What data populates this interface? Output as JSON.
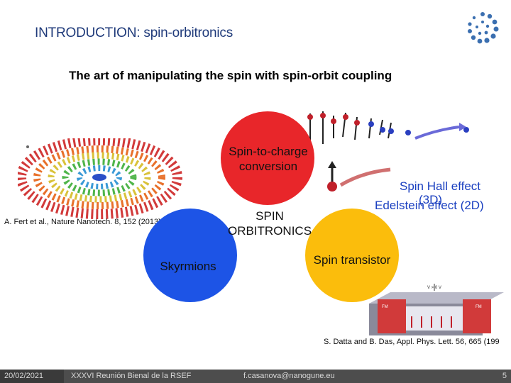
{
  "slide": {
    "title": "INTRODUCTION:  spin-orbitronics",
    "subtitle": "The art of manipulating the spin with spin-orbit coupling"
  },
  "circles": {
    "red": {
      "label": "Spin-to-charge conversion",
      "color": "#e8262a"
    },
    "center": {
      "label": "SPIN ORBITRONICS"
    },
    "blue": {
      "label": "Skyrmions",
      "color": "#1d54e6"
    },
    "yellow": {
      "label": "Spin transistor",
      "color": "#fbbd0c"
    }
  },
  "labels": {
    "spin_hall": "Spin Hall effect",
    "three_d": "(3D)",
    "edelstein": "Edelstein effect (2D)",
    "fert_ref": "A. Fert et al., Nature Nanotech. 8, 152 (2013)",
    "datta_ref": "S. Datta and B. Das, Appl. Phys. Lett. 56, 665 (199",
    "voltage": "V > 0 V",
    "fm_left": "FM",
    "fm_right": "FM"
  },
  "footer": {
    "date": "20/02/2021",
    "conference": "XXXVI Reunión Bienal de la RSEF",
    "email": "f.casanova@nanogune.eu",
    "page": "5"
  }
}
